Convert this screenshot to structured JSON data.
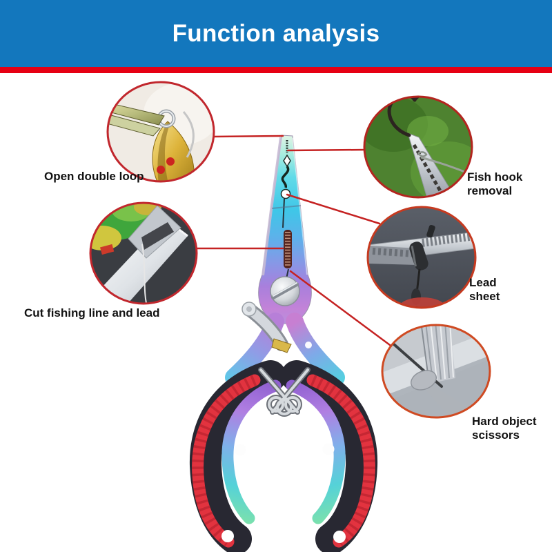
{
  "header": {
    "title": "Function analysis",
    "background_color": "#1377bd",
    "stripe_color": "#e60013",
    "text_color": "#ffffff"
  },
  "callouts": [
    {
      "id": "open-double-loop",
      "label": "Open double loop"
    },
    {
      "id": "fish-hook-removal",
      "label": "Fish hook removal"
    },
    {
      "id": "cut-fishing-line-and-lead",
      "label": "Cut fishing line and lead"
    },
    {
      "id": "lead-sheet",
      "label": "Lead sheet"
    },
    {
      "id": "hard-object-scissors",
      "label": "Hard object scissors"
    }
  ],
  "style": {
    "callout_ring_color": "#c1272d",
    "callout_line_color": "#c52222",
    "label_color": "#121212",
    "pliers_handle_red": "#e2333f",
    "pliers_handle_black": "#282832",
    "pliers_metal": "rainbow-titanium"
  }
}
